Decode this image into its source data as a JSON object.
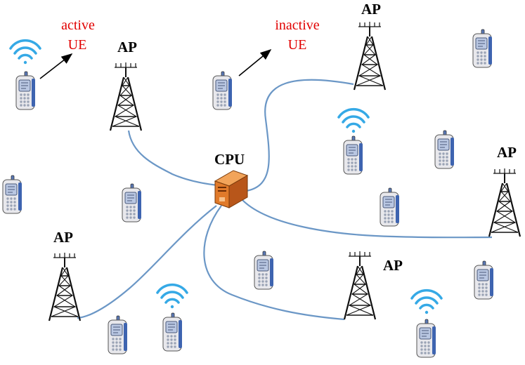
{
  "labels": {
    "ap": "AP",
    "cpu": "CPU",
    "active_word": "active",
    "inactive_word": "inactive",
    "ue_word": "UE"
  },
  "colors": {
    "link": "#6b97c6",
    "annotation": "#e10000",
    "signal": "#35a9e6",
    "cpu_body": "#d2691e",
    "tower": "#111111"
  },
  "icons": {
    "ap": "radio-tower-icon",
    "cpu": "server-icon",
    "ue": "mobile-phone-icon",
    "signal": "wifi-signal-icon"
  }
}
